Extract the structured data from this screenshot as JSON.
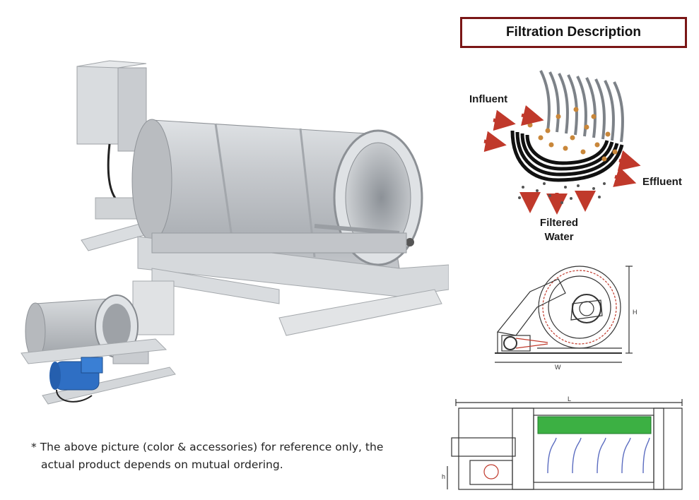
{
  "section_title": "Filtration Description",
  "labels": {
    "influent": "Influent",
    "effluent": "Effluent",
    "filtered_line1": "Filtered",
    "filtered_line2": "Water"
  },
  "footnote": {
    "marker": "*",
    "line1": "The above picture (color & accessories) for reference only, the",
    "line2": "actual product depends on mutual ordering."
  },
  "drawing_marks": {
    "height": "H",
    "width": "W",
    "length": "L",
    "h": "h"
  },
  "colors": {
    "title_border": "#7a1616",
    "arrow_red": "#c0392b",
    "particle": "#c9873a",
    "screen_green": "#3cb043",
    "motor_blue": "#2f6fc4",
    "steel": "#c9ccd0"
  }
}
